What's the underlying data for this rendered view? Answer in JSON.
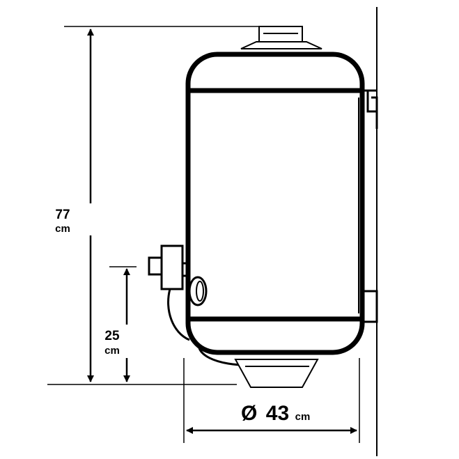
{
  "diagram": {
    "line_color": "#000000",
    "background": "#ffffff",
    "dimensions": {
      "height_total": {
        "value": "77",
        "unit": "cm"
      },
      "inlet_height": {
        "value": "25",
        "unit": "cm"
      },
      "diameter": {
        "symbol": "Ø",
        "value": "43",
        "unit": "cm"
      }
    }
  }
}
